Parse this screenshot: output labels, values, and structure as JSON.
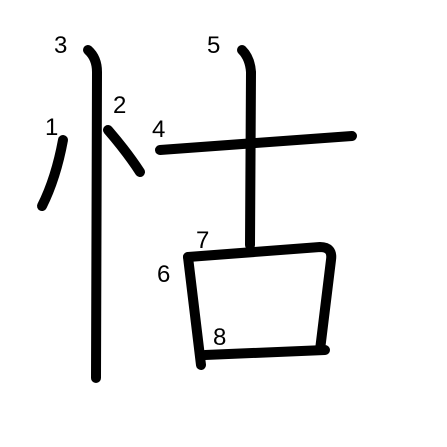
{
  "colors": {
    "stroke": "#000000",
    "background": "#ffffff"
  },
  "stroke_numbers": [
    "1",
    "2",
    "3",
    "4",
    "5",
    "6",
    "7",
    "8"
  ]
}
